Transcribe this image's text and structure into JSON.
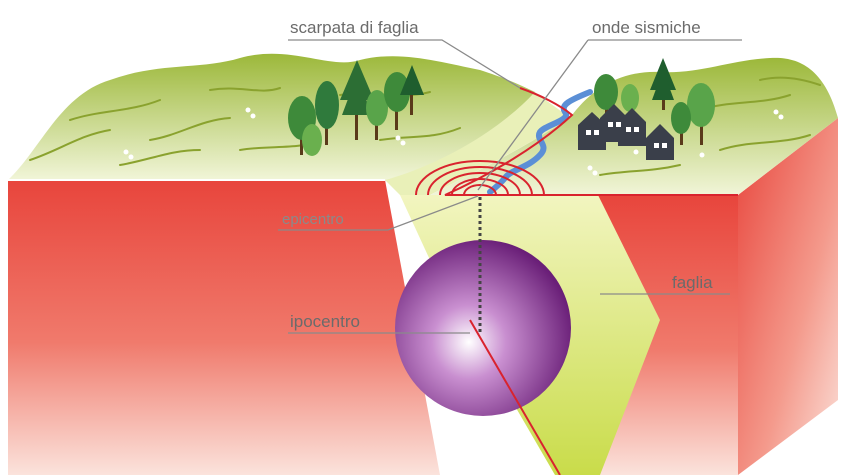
{
  "labels": {
    "fault_scarp": "scarpata di faglia",
    "seismic_waves": "onde sismiche",
    "epicenter": "epicentro",
    "fault": "faglia",
    "hypocenter": "ipocentro"
  },
  "colors": {
    "block_red": "#e8453c",
    "block_pink": "#f7c8c0",
    "hills_green": "#a9c24a",
    "fault_yellow": "#dde87a",
    "sphere_purple": "#7b2a86",
    "river_blue": "#5b8fd6",
    "wave_red": "#d9232e",
    "leader_gray": "#8a8a8a"
  }
}
